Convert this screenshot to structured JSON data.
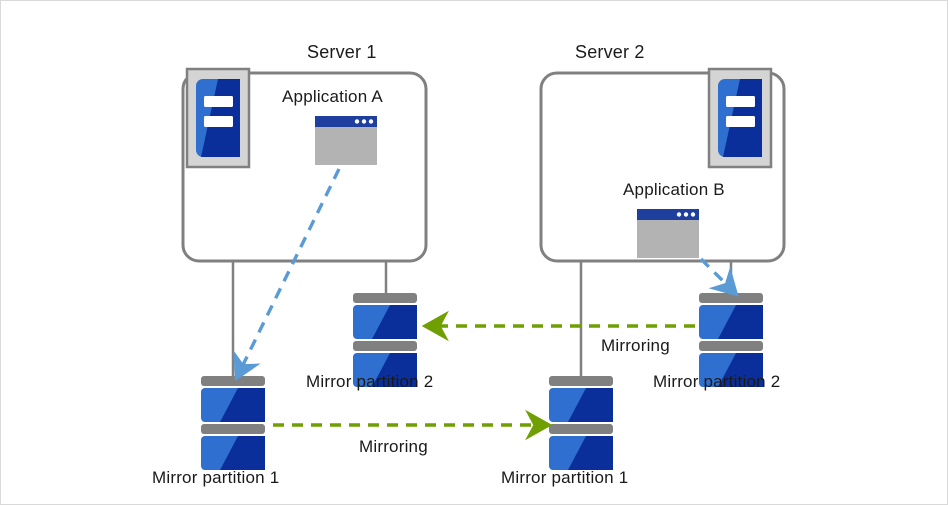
{
  "diagram": {
    "title_server1": "Server 1",
    "title_server2": "Server 2",
    "app_a": "Application A",
    "app_b": "Application B",
    "s1_part1": "Mirror partition 1",
    "s1_part2": "Mirror partition 2",
    "s2_part1": "Mirror partition 1",
    "s2_part2": "Mirror partition 2",
    "mirroring_bottom": "Mirroring",
    "mirroring_top": "Mirroring"
  },
  "icons": {
    "server_icon": "server-tower-icon",
    "app_window_icon": "application-window-icon",
    "disk_icon": "disk-stack-icon",
    "access_arrow": "dashed-access-arrow-icon",
    "mirror_arrow": "dashed-mirroring-arrow-icon"
  },
  "colors": {
    "box_border": "#808080",
    "connector": "#808080",
    "server_icon_frame": "#d4d4d4",
    "server_icon_frame_border": "#808080",
    "blue_light": "#2f6fd0",
    "blue_dark": "#0b2f9a",
    "blue_mid": "#1a4fbf",
    "disk_band": "#808080",
    "app_titlebar": "#1f3f9e",
    "app_body": "#b3b3b3",
    "access_arrow": "#5b9bd5",
    "mirror_arrow": "#6f9f00",
    "text": "#1a1a1a",
    "page_border": "#d9d9d9"
  }
}
